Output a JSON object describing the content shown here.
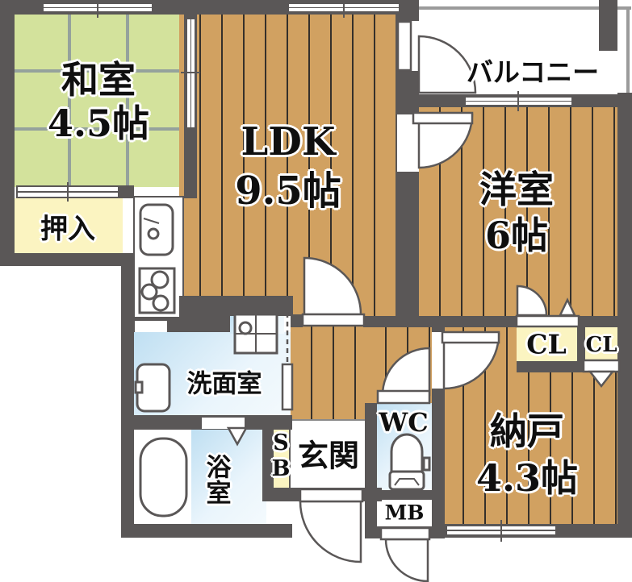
{
  "floorplan": {
    "title": "apartment-floorplan",
    "rooms": {
      "washitsu": {
        "name": "和室",
        "size": "4.5帖"
      },
      "oshiire": {
        "name": "押入"
      },
      "ldk": {
        "name": "LDK",
        "size": "9.5帖"
      },
      "balcony": {
        "name": "バルコニー"
      },
      "yoshitsu": {
        "name": "洋室",
        "size": "6帖"
      },
      "nando": {
        "name": "納戸",
        "size": "4.3帖"
      },
      "senmen": {
        "name": "洗面室"
      },
      "yokushitsu": {
        "name": "浴室"
      },
      "genkan": {
        "name": "玄関"
      },
      "wc": {
        "name": "WC"
      },
      "sb": {
        "name": "SB"
      },
      "mb": {
        "name": "MB"
      },
      "cl_large": {
        "name": "CL"
      },
      "cl_small": {
        "name": "CL"
      }
    },
    "colors": {
      "wall": "#5a5757",
      "tatami": "#d3e29c",
      "wood_floor": "#d1a161",
      "closet_yellow": "#fbf4c1",
      "water_blue": "#bfdff2",
      "label_outline": "#ffffff"
    }
  }
}
